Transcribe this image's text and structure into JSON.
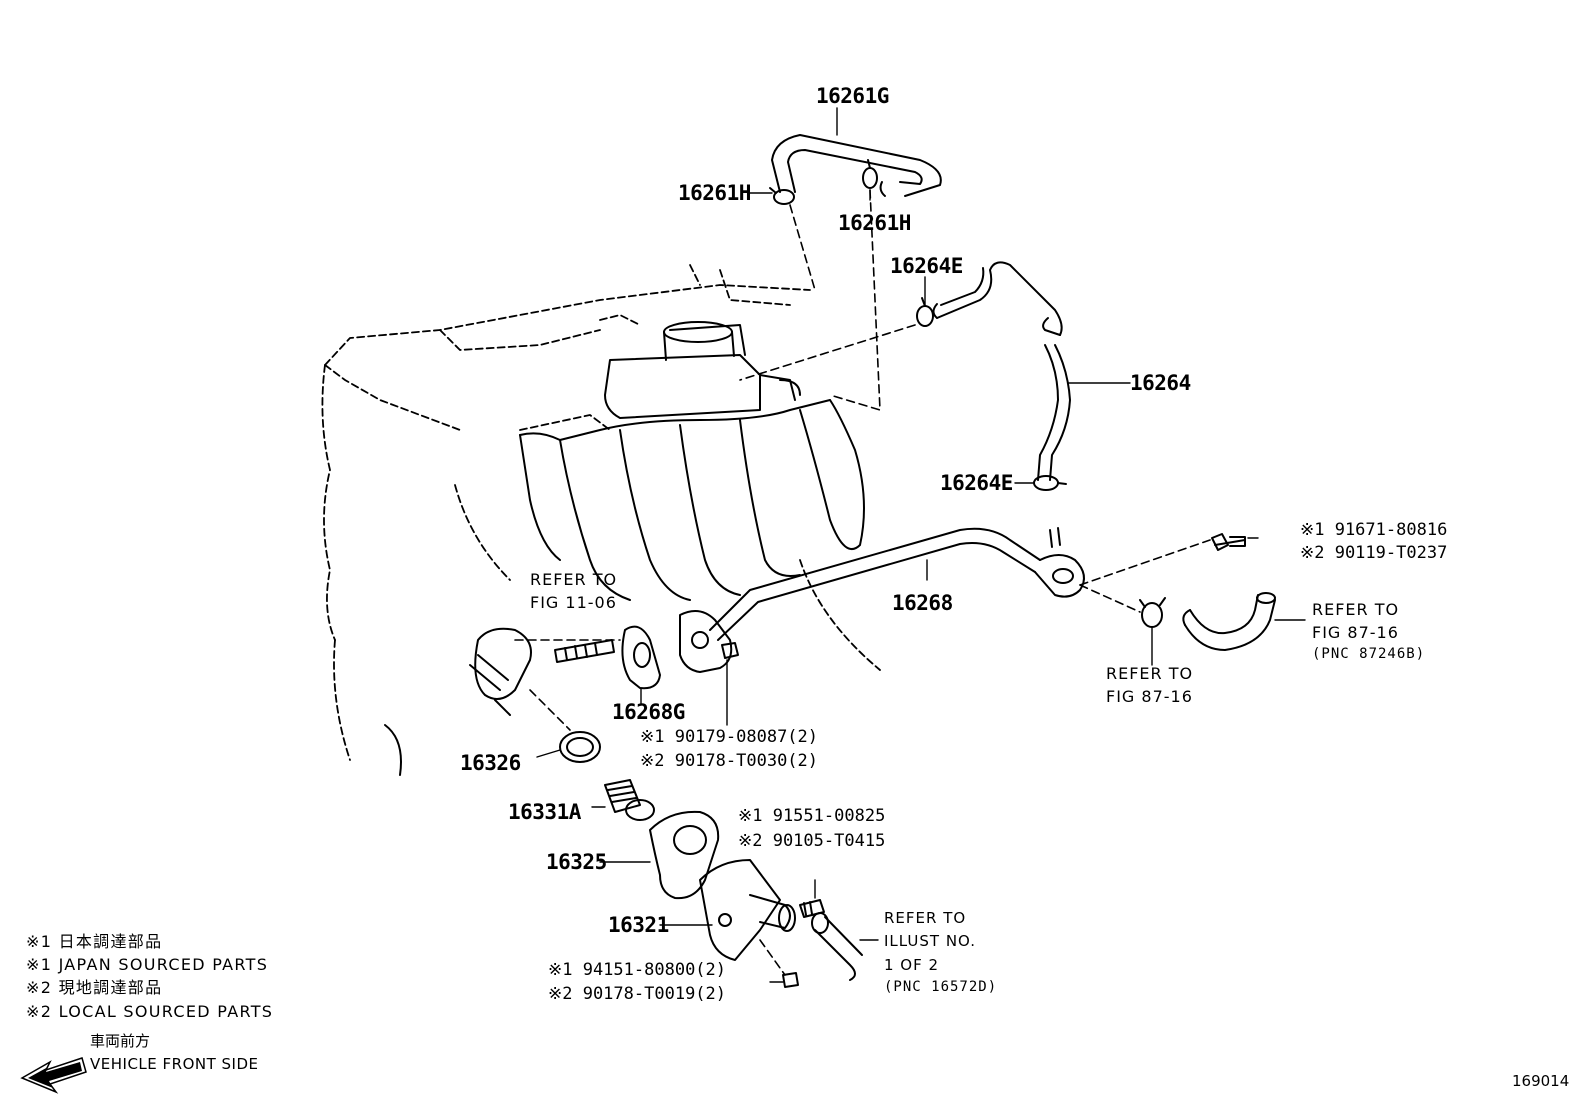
{
  "parts": {
    "p16261g": "16261G",
    "p16261h_a": "16261H",
    "p16261h_b": "16261H",
    "p16264e_top": "16264E",
    "p16264": "16264",
    "p16264e_bot": "16264E",
    "p16268": "16268",
    "p16268g": "16268G",
    "p16326": "16326",
    "p16331a": "16331A",
    "p16325": "16325",
    "p16321": "16321"
  },
  "fasteners": {
    "bolt_91671_j": "※1 91671-80816",
    "bolt_91671_l": "※2 90119-T0237",
    "nut_90179_j": "※1 90179-08087(2)",
    "nut_90179_l": "※2 90178-T0030(2)",
    "bolt_91551_j": "※1 91551-00825",
    "bolt_91551_l": "※2 90105-T0415",
    "nut_94151_j": "※1 94151-80800(2)",
    "nut_94151_l": "※2 90178-T0019(2)"
  },
  "references": {
    "fig_11_06": [
      "REFER TO",
      "FIG 11-06"
    ],
    "fig_87_16_hose": [
      "REFER TO",
      "FIG 87-16",
      "(PNC 87246B)"
    ],
    "fig_87_16_clamp": [
      "REFER TO",
      "FIG 87-16"
    ],
    "illust_1_of_2": [
      "REFER TO",
      "ILLUST NO.",
      "1 OF 2",
      "(PNC 16572D)"
    ]
  },
  "legend": [
    "※1 日本調達部品",
    "※1 JAPAN SOURCED PARTS",
    "※2 現地調達部品",
    "※2 LOCAL SOURCED PARTS"
  ],
  "direction": {
    "label_jp": "車両前方",
    "label_en": "VEHICLE FRONT SIDE",
    "icon": "front-direction-arrow-icon"
  },
  "figure_number": "169014"
}
